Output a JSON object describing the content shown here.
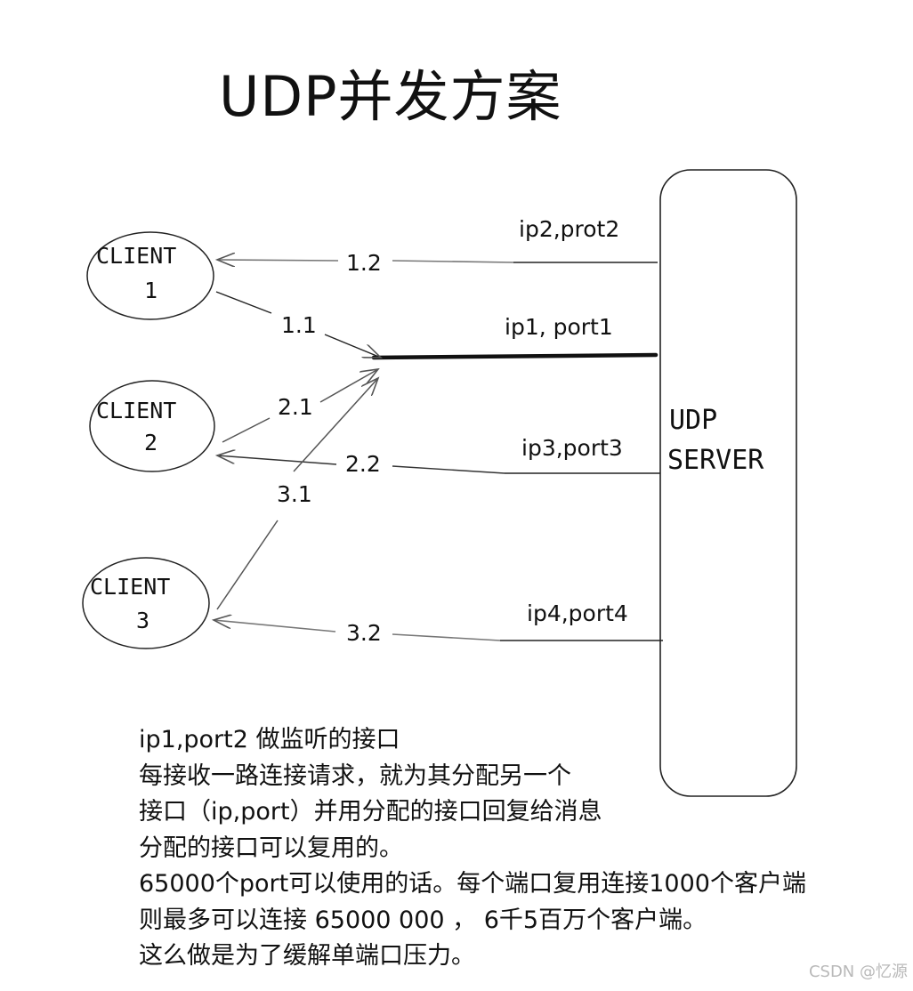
{
  "title": "UDP并发方案",
  "server": {
    "line1": "UDP",
    "line2": "SERVER"
  },
  "clients": [
    {
      "name": "CLIENT",
      "number": "1"
    },
    {
      "name": "CLIENT",
      "number": "2"
    },
    {
      "name": "CLIENT",
      "number": "3"
    }
  ],
  "arrow_labels": [
    "1.2",
    "1.1",
    "2.1",
    "2.2",
    "3.1",
    "3.2"
  ],
  "port_labels": [
    "ip2,prot2",
    "ip1, port1",
    "ip3,port3",
    "ip4,port4"
  ],
  "notes": [
    "ip1,port2 做监听的接口",
    "每接收一路连接请求，就为其分配另一个",
    "接口（ip,port）并用分配的接口回复给消息",
    "分配的接口可以复用的。",
    "65000个port可以使用的话。每个端口复用连接1000个客户端",
    "则最多可以连接 65000 000 ，  6千5百万个客户端。",
    "这么做是为了缓解单端口压力。"
  ],
  "watermark": "CSDN @忆源"
}
